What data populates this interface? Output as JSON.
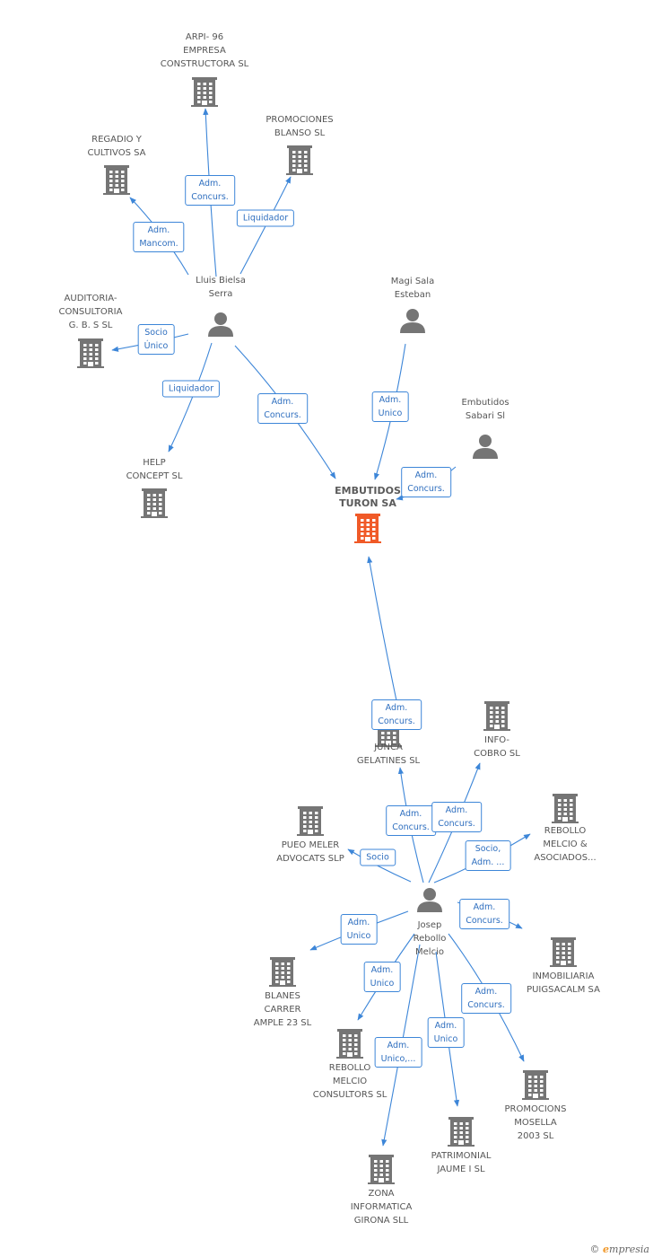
{
  "colors": {
    "edge": "#3d86d8",
    "icon": "#757575",
    "highlight": "#f05a28"
  },
  "nodes": [
    {
      "id": "main",
      "kind": "company",
      "highlight": true,
      "label": "EMBUTIDOS\nTURON SA"
    },
    {
      "id": "arpi",
      "kind": "company",
      "label": "ARPI- 96\nEMPRESA\nCONSTRUCTORA SL"
    },
    {
      "id": "promblanso",
      "kind": "company",
      "label": "PROMOCIONES\nBLANSO SL"
    },
    {
      "id": "regadio",
      "kind": "company",
      "label": "REGADIO Y\nCULTIVOS SA"
    },
    {
      "id": "lluis",
      "kind": "person",
      "label": "Lluis Bielsa\nSerra"
    },
    {
      "id": "auditoria",
      "kind": "company",
      "label": "AUDITORIA-\nCONSULTORIA\nG. B. S SL"
    },
    {
      "id": "help",
      "kind": "company",
      "label": "HELP\nCONCEPT SL"
    },
    {
      "id": "magi",
      "kind": "person",
      "label": "Magi Sala\nEsteban"
    },
    {
      "id": "sabari",
      "kind": "person",
      "label": "Embutidos\nSabari Sl"
    },
    {
      "id": "junca",
      "kind": "company",
      "label": "JUNCA\nGELATINES SL"
    },
    {
      "id": "infocobro",
      "kind": "company",
      "label": "INFO-\nCOBRO SL"
    },
    {
      "id": "rebasoc",
      "kind": "company",
      "label": "REBOLLO\nMELCIO &\nASOCIADOS..."
    },
    {
      "id": "pueo",
      "kind": "company",
      "label": "PUEO MELER\nADVOCATS  SLP"
    },
    {
      "id": "josep",
      "kind": "person",
      "label": "Josep\nRebollo\nMelcio"
    },
    {
      "id": "inmob",
      "kind": "company",
      "label": "INMOBILIARIA\nPUIGSACALM SA"
    },
    {
      "id": "blanes",
      "kind": "company",
      "label": "BLANES\nCARRER\nAMPLE 23 SL"
    },
    {
      "id": "rebcons",
      "kind": "company",
      "label": "REBOLLO\nMELCIO\nCONSULTORS SL"
    },
    {
      "id": "mosella",
      "kind": "company",
      "label": "PROMOCIONS\nMOSELLA\n2003 SL"
    },
    {
      "id": "jaume",
      "kind": "company",
      "label": "PATRIMONIAL\nJAUME I SL"
    },
    {
      "id": "zona",
      "kind": "company",
      "label": "ZONA\nINFORMATICA\nGIRONA SLL"
    }
  ],
  "edges": [
    {
      "from": "lluis",
      "to": "arpi",
      "label": "Adm.\nConcurs."
    },
    {
      "from": "lluis",
      "to": "promblanso",
      "label": "Liquidador"
    },
    {
      "from": "lluis",
      "to": "regadio",
      "label": "Adm.\nMancom."
    },
    {
      "from": "lluis",
      "to": "auditoria",
      "label": "Socio\nÚnico"
    },
    {
      "from": "lluis",
      "to": "help",
      "label": "Liquidador"
    },
    {
      "from": "lluis",
      "to": "main",
      "label": "Adm.\nConcurs."
    },
    {
      "from": "magi",
      "to": "main",
      "label": "Adm.\nUnico"
    },
    {
      "from": "sabari",
      "to": "main",
      "label": "Adm.\nConcurs."
    },
    {
      "from": "josep",
      "to": "main",
      "label": "Adm.\nConcurs."
    },
    {
      "from": "josep",
      "to": "junca",
      "label": "Adm.\nConcurs."
    },
    {
      "from": "josep",
      "to": "infocobro",
      "label": "Adm.\nConcurs."
    },
    {
      "from": "josep",
      "to": "rebasoc",
      "label": "Socio,\nAdm. ..."
    },
    {
      "from": "josep",
      "to": "pueo",
      "label": "Socio"
    },
    {
      "from": "josep",
      "to": "inmob",
      "label": "Adm.\nConcurs."
    },
    {
      "from": "josep",
      "to": "blanes",
      "label": "Adm.\nUnico"
    },
    {
      "from": "josep",
      "to": "rebcons",
      "label": "Adm.\nUnico"
    },
    {
      "from": "josep",
      "to": "mosella",
      "label": "Adm.\nConcurs."
    },
    {
      "from": "josep",
      "to": "jaume",
      "label": "Adm.\nUnico"
    },
    {
      "from": "josep",
      "to": "zona",
      "label": "Adm.\nUnico,..."
    }
  ],
  "footer": {
    "copyright": "©",
    "brand_initial": "e",
    "brand_rest": "mpresia"
  }
}
